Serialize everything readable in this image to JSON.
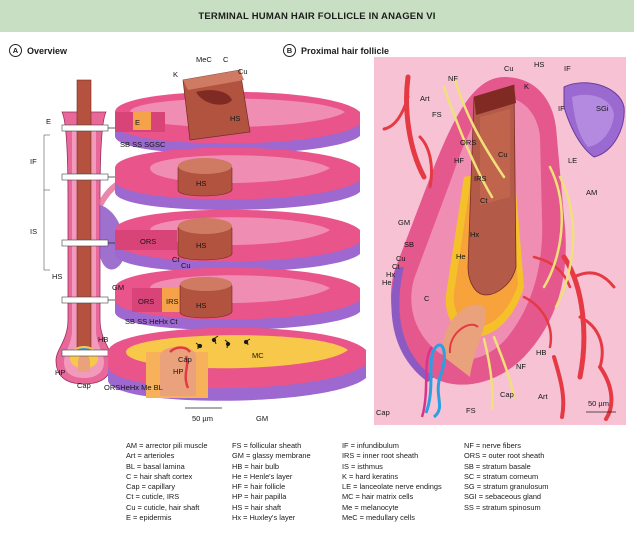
{
  "title": "TERMINAL HUMAN HAIR FOLLICLE IN ANAGEN VI",
  "panel_a": {
    "letter": "A",
    "title": "Overview"
  },
  "panel_b": {
    "letter": "B",
    "title": "Proximal hair follicle"
  },
  "labels_a": {
    "E": "E",
    "IF": "IF",
    "IS": "IS",
    "HS_left": "HS",
    "HB": "HB",
    "HP_left": "HP",
    "Cap_left": "Cap",
    "K": "K",
    "MeC": "MeC",
    "C_top": "C",
    "Cu_top": "Cu",
    "HS_top": "HS",
    "E_ring": "E",
    "row1": "SB  SS  SGSC",
    "HS_ring2": "HS",
    "ORS_ring3": "ORS",
    "HS_ring3": "HS",
    "Ct_ring3": "Ct",
    "Cu_ring3": "Cu",
    "GM_ring4": "GM",
    "ORS_ring4": "ORS",
    "IRS_ring4": "IRS",
    "HS_ring4": "HS",
    "row4": "SB SS  HeHx Ct",
    "Cap_bulb": "Cap",
    "HP_bulb": "HP",
    "MC_bulb": "MC",
    "row5": "ORSHeHx   Me   BL",
    "scale": "50 µm",
    "GM_bottom": "GM"
  },
  "labels_b": {
    "HS": "HS",
    "Cu_top": "Cu",
    "IF": "IF",
    "NF_top": "NF",
    "K": "K",
    "Art_top": "Art",
    "FS_top": "FS",
    "IF_right": "IF",
    "SGi": "SGi",
    "ORS": "ORS",
    "HF": "HF",
    "Cu_mid": "Cu",
    "IRS": "IRS",
    "Ct": "Ct",
    "LE": "LE",
    "AM": "AM",
    "GM": "GM",
    "Hx": "Hx",
    "SB": "SB",
    "He_mid": "He",
    "Cu_left": "Cu",
    "Ct_left": "Ct",
    "Hx_left": "Hx",
    "He_left": "He",
    "C": "C",
    "HB": "HB",
    "NF_low": "NF",
    "Cap_low": "Cap",
    "Art_low": "Art",
    "Cap_bottom": "Cap",
    "FS_bottom": "FS",
    "scale": "50 µm"
  },
  "legend": {
    "col1": [
      "AM = arrector pili muscle",
      "Art = arterioles",
      "BL = basal lamina",
      "C = hair shaft cortex",
      "Cap = capillary",
      "Ct = cuticle, IRS",
      "Cu = cuticle, hair shaft",
      "E = epidermis"
    ],
    "col2": [
      "FS = follicular sheath",
      "GM = glassy membrane",
      "HB = hair bulb",
      "He = Henle's layer",
      "HF = hair follicle",
      "HP = hair papilla",
      "HS = hair shaft",
      "Hx = Huxley's layer"
    ],
    "col3": [
      "IF = infundibulum",
      "IRS = inner root sheath",
      "IS = isthmus",
      "K = hard keratins",
      "LE = lanceolate nerve endings",
      "MC = hair matrix cells",
      "Me = melanocyte",
      "MeC = medullary cells"
    ],
    "col4": [
      "NF = nerve fibers",
      "ORS = outer root sheath",
      "SB = stratum basale",
      "SC = stratum corneum",
      "SG = stratum granulosum",
      "SGI = sebaceous gland",
      "SS = stratum spinosum"
    ]
  },
  "colors": {
    "title_bg": "#c9dfc4",
    "panel_b_bg": "#f7c3d4",
    "pink": "#e9548a",
    "purple": "#8d5ac4",
    "shaft": "#b45a48",
    "artery": "#e53a44",
    "nerve": "#f1e07a",
    "yellow": "#f5c12a"
  }
}
